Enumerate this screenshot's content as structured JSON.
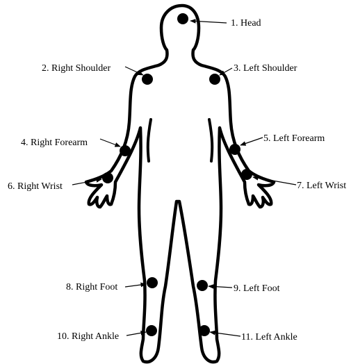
{
  "labels": {
    "head": "1. Head",
    "right_shoulder": "2. Right Shoulder",
    "left_shoulder": "3. Left Shoulder",
    "right_forearm": "4. Right Forearm",
    "left_forearm": "5. Left Forearm",
    "right_wrist": "6. Right Wrist",
    "left_wrist": "7. Left Wrist",
    "right_foot": "8. Right Foot",
    "left_foot": "9. Left Foot",
    "right_ankle": "10. Right Ankle",
    "left_ankle": "11. Left Ankle"
  }
}
